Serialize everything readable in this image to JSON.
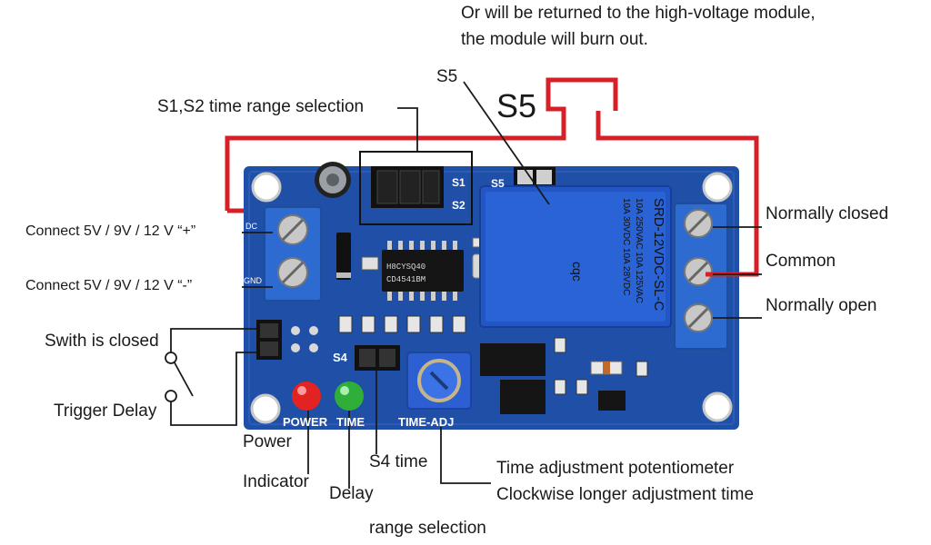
{
  "header": {
    "note_line1": "Or will be returned to the high-voltage module,",
    "note_line2": "the module will burn out."
  },
  "labels": {
    "s5_small": "S5",
    "s5_big": "S5",
    "s1s2": "S1,S2 time range selection",
    "connect_plus": "Connect  5V / 9V / 12 V “+”",
    "connect_minus": "Connect  5V / 9V / 12 V “-”",
    "switch_closed": "Swith is closed",
    "trigger_delay": "Trigger Delay",
    "normally_closed": "Normally closed",
    "common": "Common",
    "normally_open": "Normally open",
    "power": "Power",
    "indicator": "Indicator",
    "delay": "Delay",
    "s4_time": "S4 time",
    "range_selection": "range selection",
    "pot_line1": "Time adjustment potentiometer",
    "pot_line2": "Clockwise longer adjustment time"
  },
  "board": {
    "silk_power": "POWER",
    "silk_time": "TIME",
    "silk_timeadj": "TIME-ADJ",
    "silk_s1": "S1",
    "silk_s2": "S2",
    "silk_s4": "S4",
    "silk_s5": "S5",
    "silk_dc": "DC",
    "silk_gnd": "GND",
    "ic_line1": "H8CYSQ40",
    "ic_line2": "CD4541BM",
    "relay_model": "SRD-12VDC-SL-C",
    "relay_r1": "10A 250VAC  10A 125VAC",
    "relay_r2": "10A 30VDC  10A 28VDC",
    "relay_brand": "cqc"
  },
  "colors": {
    "board": "#1f4fa6",
    "board_dark": "#163a80",
    "terminal": "#2e6bd1",
    "wire_red": "#d61f26",
    "leader": "#1a1a1a"
  }
}
